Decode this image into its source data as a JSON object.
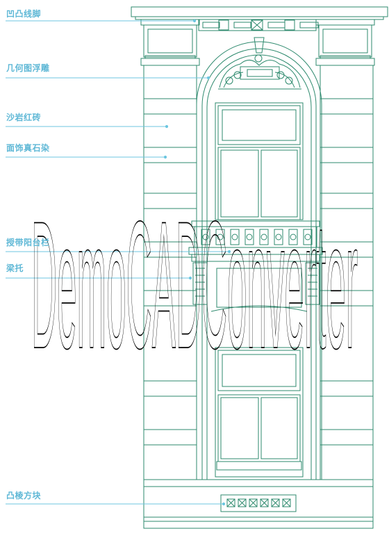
{
  "annotations": [
    {
      "id": "molding",
      "text": "凹凸线脚"
    },
    {
      "id": "relief",
      "text": "几何图浮雕"
    },
    {
      "id": "sandstone",
      "text": "沙岩红砖"
    },
    {
      "id": "veneer",
      "text": "面饰真石染"
    },
    {
      "id": "balcony",
      "text": "授带阳台栏"
    },
    {
      "id": "corbel",
      "text": "梁托"
    },
    {
      "id": "block",
      "text": "凸棱方块"
    }
  ],
  "watermark": "DemoCADConverter",
  "colors": {
    "drawing": "#2e8a6e",
    "leader": "#6cc6e0",
    "label": "#5fb8d6",
    "watermark": "#000000"
  }
}
